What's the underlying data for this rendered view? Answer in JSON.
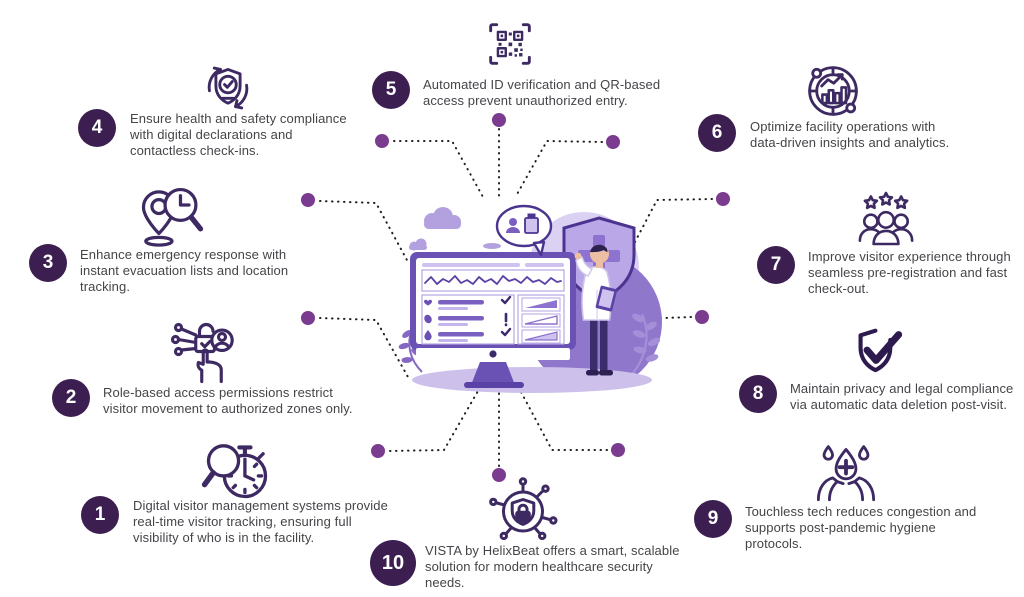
{
  "colors": {
    "number_circle": "#3c1e50",
    "number_text": "#ffffff",
    "connector_dot": "#7b3b8f",
    "connector_line": "#1f1f1f",
    "icon_stroke": "#3e2a63",
    "body_text": "#454449",
    "illustration_primary": "#6a52b5",
    "illustration_light": "#b7a6e3"
  },
  "items": [
    {
      "number": "1",
      "icon": "magnifier-stopwatch-icon",
      "label": "Digital visitor management systems provide real-time visitor tracking, ensuring full visibility of who is in the facility."
    },
    {
      "number": "2",
      "icon": "role-access-hand-icon",
      "label": "Role-based access permissions restrict visitor movement to authorized zones only."
    },
    {
      "number": "3",
      "icon": "location-pin-search-icon",
      "label": "Enhance emergency response with instant evacuation lists and location tracking."
    },
    {
      "number": "4",
      "icon": "shield-check-sync-icon",
      "label": "Ensure health and safety compliance with digital declarations and contactless check-ins."
    },
    {
      "number": "5",
      "icon": "qr-code-icon",
      "label": "Automated ID verification and QR-based access prevent unauthorized entry."
    },
    {
      "number": "6",
      "icon": "analytics-gauge-icon",
      "label": "Optimize facility operations with data-driven insights and analytics."
    },
    {
      "number": "7",
      "icon": "visitors-stars-icon",
      "label": "Improve visitor experience through seamless pre-registration and fast check-out."
    },
    {
      "number": "8",
      "icon": "privacy-shield-check-icon",
      "label": "Maintain privacy and legal compliance via automatic data deletion post-visit."
    },
    {
      "number": "9",
      "icon": "hygiene-hands-icon",
      "label": "Touchless tech reduces congestion and supports post-pandemic hygiene protocols."
    },
    {
      "number": "10",
      "icon": "secure-network-lock-icon",
      "label": "VISTA by HelixBeat offers a smart, scalable solution for modern healthcare security needs."
    }
  ]
}
